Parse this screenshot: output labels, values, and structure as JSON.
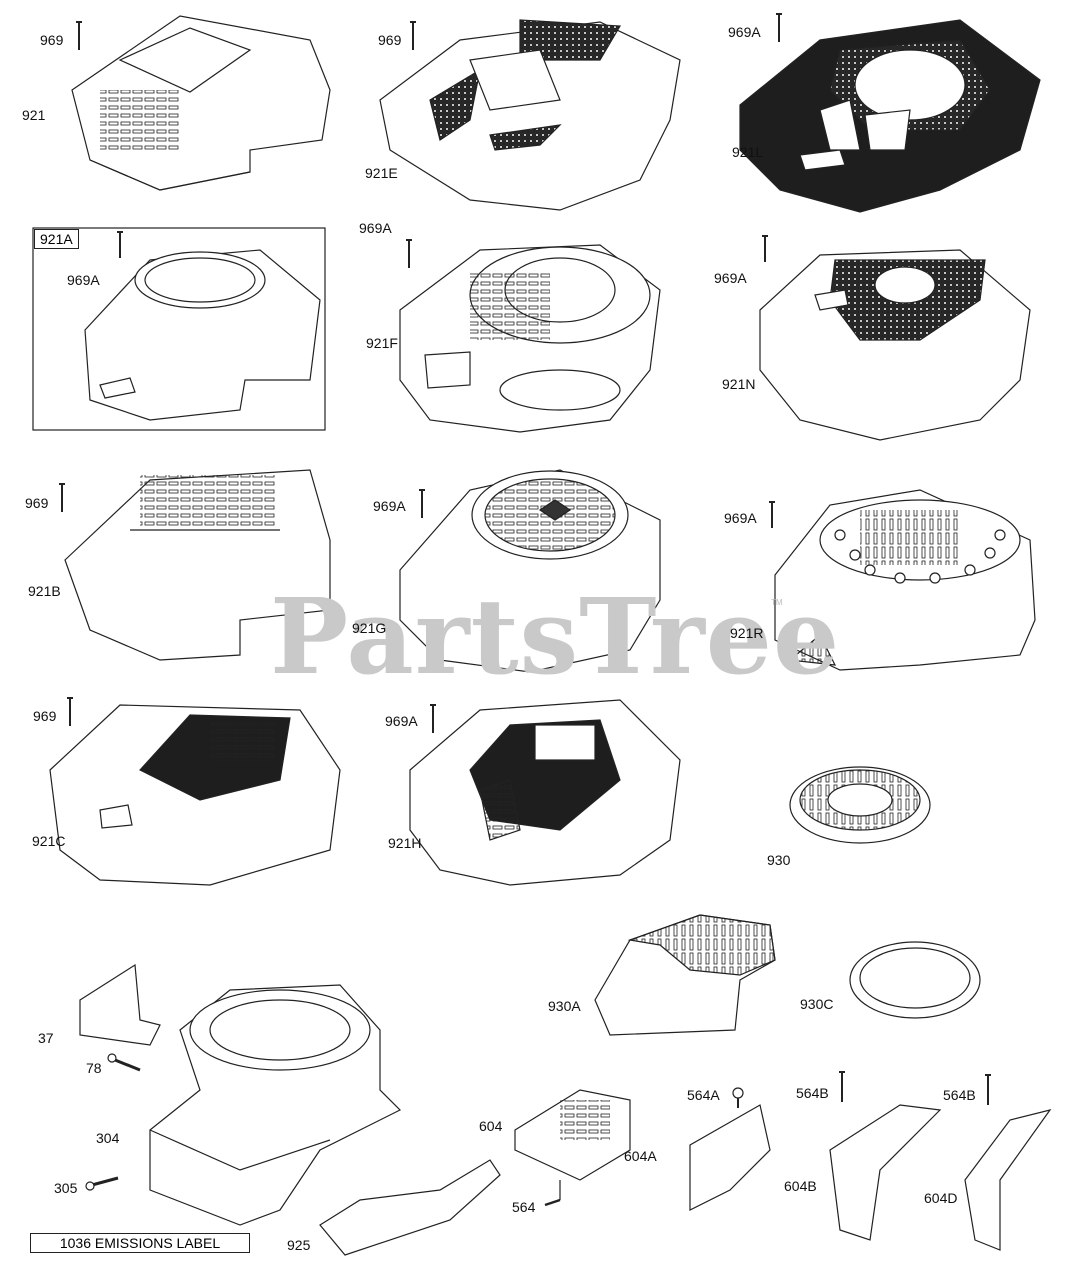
{
  "watermark": "PartsTree",
  "watermark_mark": "TM",
  "emissions_label": "1036 EMISSIONS LABEL",
  "callouts": {
    "c969_1": "969",
    "c921": "921",
    "c969_2": "969",
    "c921E": "921E",
    "c969A_1": "969A",
    "c921L": "921L",
    "c921A_box": "921A",
    "c969A_2": "969A",
    "c969A_3": "969A",
    "c921F": "921F",
    "c969A_4": "969A",
    "c921N": "921N",
    "c969_3": "969",
    "c921B": "921B",
    "c969A_5": "969A",
    "c921G": "921G",
    "c969A_6": "969A",
    "c921R": "921R",
    "c969_4": "969",
    "c921C": "921C",
    "c969A_7": "969A",
    "c921H": "921H",
    "c930": "930",
    "c930A": "930A",
    "c930C": "930C",
    "c37": "37",
    "c78": "78",
    "c304": "304",
    "c305": "305",
    "c925": "925",
    "c604": "604",
    "c564": "564",
    "c564A": "564A",
    "c604A": "604A",
    "c564B_1": "564B",
    "c604B": "604B",
    "c564B_2": "564B",
    "c604D": "604D"
  }
}
